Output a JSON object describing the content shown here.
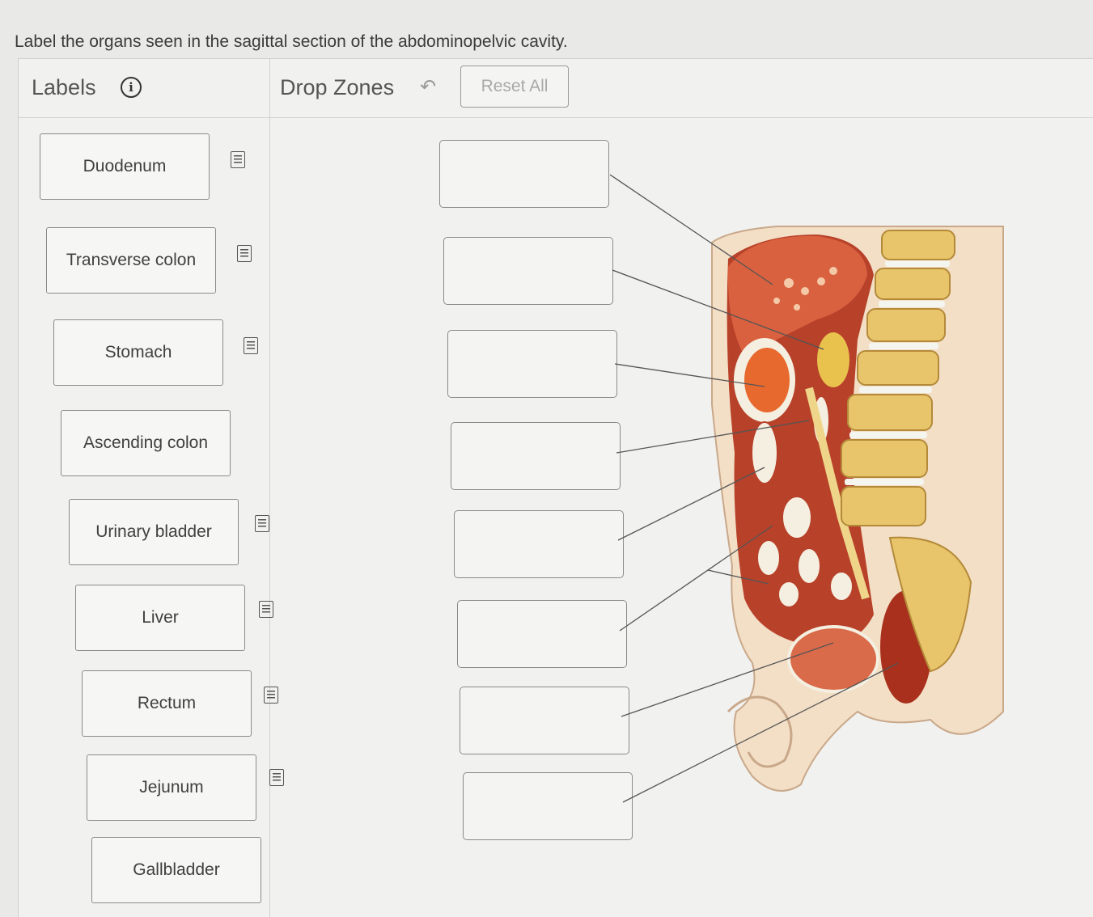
{
  "question": "Label the organs seen in the sagittal section of the abdominopelvic cavity.",
  "labels_header": {
    "title": "Labels",
    "info_icon": "info-icon"
  },
  "drop_header": {
    "title": "Drop Zones",
    "undo_icon": "undo-arrow-icon",
    "reset_label": "Reset All"
  },
  "labels": [
    {
      "text": "Duodenum",
      "has_note": true
    },
    {
      "text": "Transverse colon",
      "has_note": true
    },
    {
      "text": "Stomach",
      "has_note": true
    },
    {
      "text": "Ascending colon",
      "has_note": false
    },
    {
      "text": "Urinary bladder",
      "has_note": true
    },
    {
      "text": "Liver",
      "has_note": true
    },
    {
      "text": "Rectum",
      "has_note": true
    },
    {
      "text": "Jejunum",
      "has_note": true
    },
    {
      "text": "Gallbladder",
      "has_note": false
    }
  ],
  "drop_zone_count": 8,
  "colors": {
    "organ_red": "#b8412a",
    "spine": "#e8c56a",
    "skin": "#f3dfc6"
  }
}
